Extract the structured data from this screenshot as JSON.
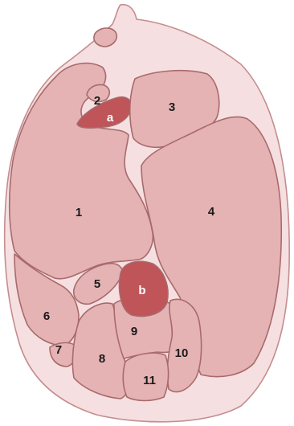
{
  "colors": {
    "background": "#ffffff",
    "skin": "#f6dfe0",
    "skin_outline": "#c48d8f",
    "muscle": "#e5b3b4",
    "muscle_outline": "#a86a6c",
    "vessel": "#bf5459",
    "label_dark": "#1a1a1a",
    "label_light": "#ffffff"
  },
  "labels": {
    "m1": "1",
    "m2": "2",
    "m3": "3",
    "m4": "4",
    "m5": "5",
    "m6": "6",
    "m7": "7",
    "m8": "8",
    "m9": "9",
    "m10": "10",
    "m11": "11",
    "va": "a",
    "vb": "b"
  }
}
